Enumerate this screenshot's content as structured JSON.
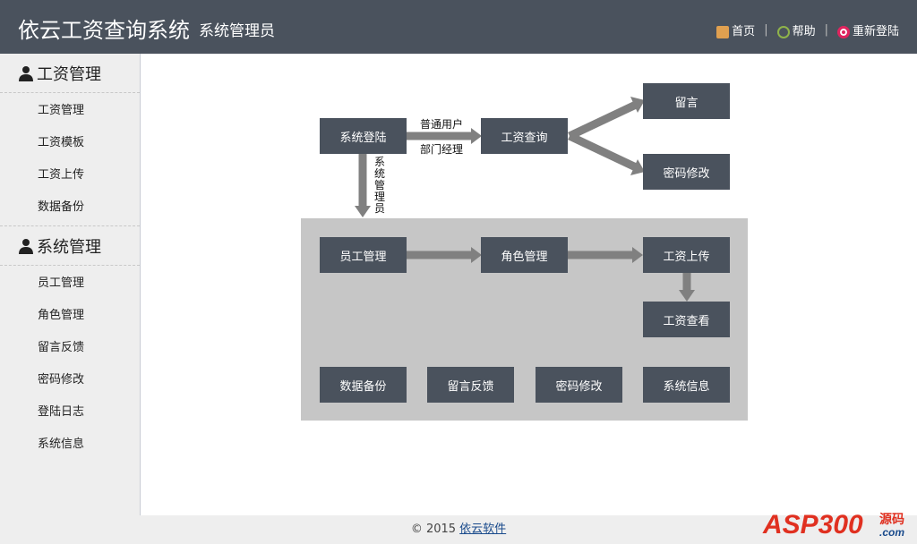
{
  "header": {
    "title": "依云工资查询系统",
    "role": "系统管理员",
    "nav": [
      {
        "label": "首页",
        "icon": "home-icon"
      },
      {
        "label": "帮助",
        "icon": "help-icon"
      },
      {
        "label": "重新登陆",
        "icon": "power-icon"
      }
    ]
  },
  "sidebar": {
    "sections": [
      {
        "title": "工资管理",
        "items": [
          "工资管理",
          "工资模板",
          "工资上传",
          "数据备份"
        ]
      },
      {
        "title": "系统管理",
        "items": [
          "员工管理",
          "角色管理",
          "留言反馈",
          "密码修改",
          "登陆日志",
          "系统信息"
        ]
      }
    ]
  },
  "diagram": {
    "login": "系统登陆",
    "query": "工资查询",
    "message": "留言",
    "password": "密码修改",
    "label_user": "普通用户",
    "label_manager": "部门经理",
    "label_admin": "系统管理员",
    "employee": "员工管理",
    "role": "角色管理",
    "upload": "工资上传",
    "view": "工资查看",
    "backup": "数据备份",
    "feedback": "留言反馈",
    "pwd2": "密码修改",
    "sysinfo": "系统信息"
  },
  "footer": {
    "copyright": "© 2015",
    "company": "依云软件"
  },
  "watermark": {
    "text": "ASP300",
    "suffix": "源码",
    ".com": ".com"
  },
  "colors": {
    "header": "#4a525d",
    "panel": "#c6c6c6",
    "arrow": "#808080"
  }
}
